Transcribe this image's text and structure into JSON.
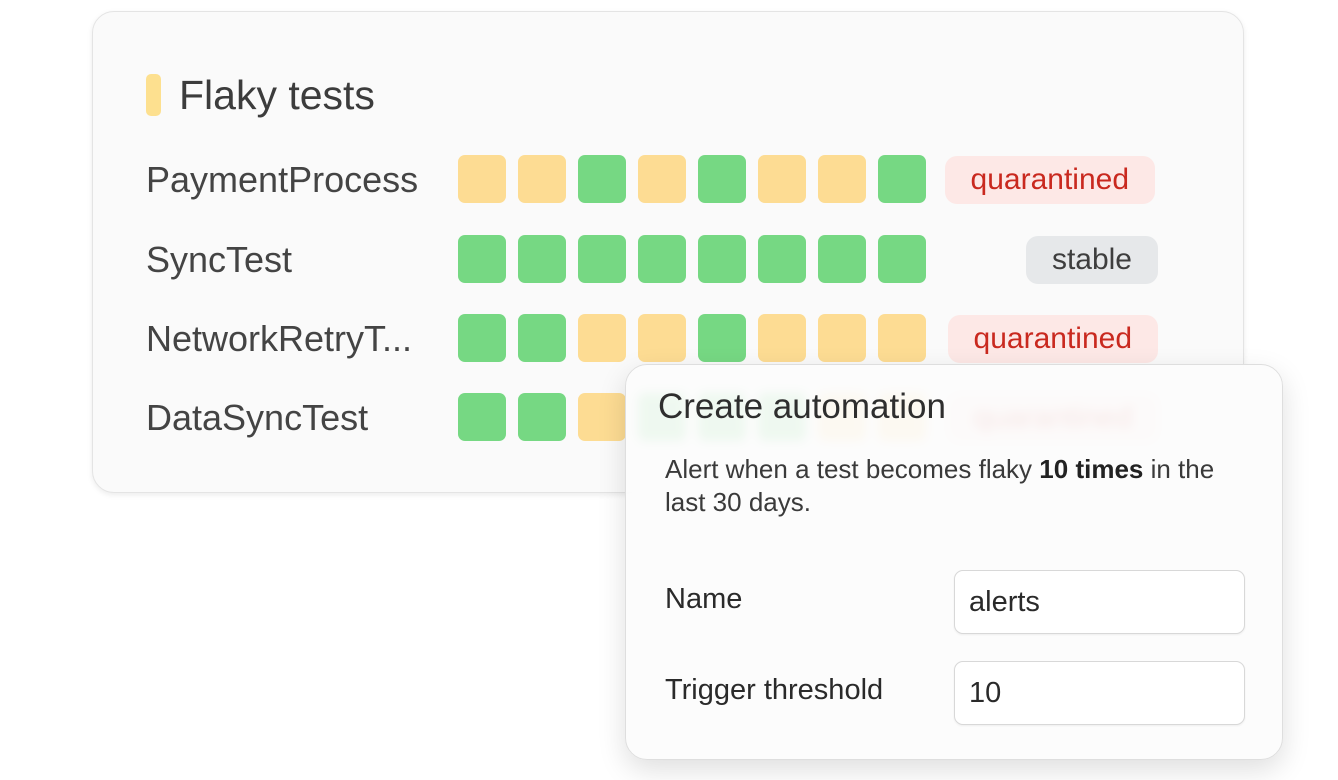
{
  "flaky_card": {
    "title": "Flaky tests",
    "accent_color": "#fde08f",
    "tests": [
      {
        "name": "PaymentProcess",
        "status": "quarantined",
        "runs": [
          "flaky",
          "flaky",
          "pass",
          "flaky",
          "pass",
          "flaky",
          "flaky",
          "pass"
        ]
      },
      {
        "name": "SyncTest",
        "status": "stable",
        "runs": [
          "pass",
          "pass",
          "pass",
          "pass",
          "pass",
          "pass",
          "pass",
          "pass"
        ]
      },
      {
        "name": "NetworkRetryT...",
        "status": "quarantined",
        "runs": [
          "pass",
          "pass",
          "flaky",
          "flaky",
          "pass",
          "flaky",
          "flaky",
          "flaky"
        ]
      },
      {
        "name": "DataSyncTest",
        "status": "quarantined",
        "runs": [
          "pass",
          "pass",
          "flaky",
          "pass",
          "pass",
          "pass",
          "flaky",
          "flaky"
        ]
      }
    ]
  },
  "colors": {
    "pass": "#76d883",
    "flaky": "#fddc93",
    "quarantined_bg": "#fde8e6",
    "quarantined_text": "#c9291f",
    "stable_bg": "#e6e8ea",
    "stable_text": "#3e3e3e"
  },
  "automation_popup": {
    "title": "Create automation",
    "description_prefix": "Alert when a test becomes flaky ",
    "description_bold": "10 times",
    "description_suffix": " in the last 30 days.",
    "fields": {
      "name_label": "Name",
      "name_value": "alerts",
      "threshold_label": "Trigger threshold",
      "threshold_value": "10"
    }
  }
}
